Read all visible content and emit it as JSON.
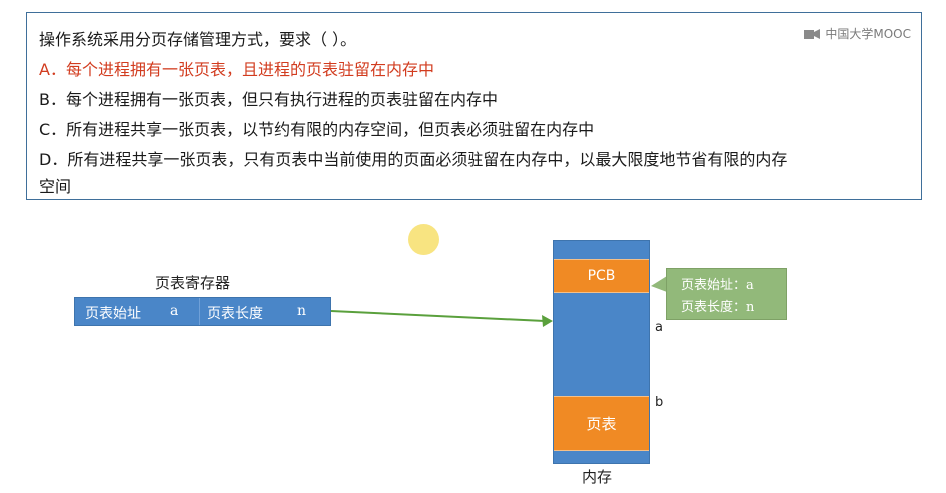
{
  "question": {
    "stem": "操作系统采用分页存储管理方式，要求（    ）。",
    "options": [
      {
        "text": "A．每个进程拥有一张页表，且进程的页表驻留在内存中",
        "correct": true
      },
      {
        "text": "B．每个进程拥有一张页表，但只有执行进程的页表驻留在内存中",
        "correct": false
      },
      {
        "text": "C．所有进程共享一张页表，以节约有限的内存空间，但页表必须驻留在内存中",
        "correct": false
      },
      {
        "text": "D．所有进程共享一张页表，只有页表中当前使用的页面必须驻留在内存中，以最大限度地节省有限的内存",
        "correct": false
      },
      {
        "text": "空间",
        "correct": false
      }
    ]
  },
  "watermark": {
    "text": "中国大学MOOC"
  },
  "register": {
    "title": "页表寄存器",
    "field1_label": "页表始址",
    "field1_value": "a",
    "field2_label": "页表长度",
    "field2_value": "n"
  },
  "memory": {
    "label": "内存",
    "pcb_label": "PCB",
    "page_table_label": "页表",
    "marker_a": "a",
    "marker_b": "b"
  },
  "callout": {
    "line1": "页表始址：a",
    "line2": "页表长度：n"
  },
  "colors": {
    "blue": "#4a86c8",
    "orange": "#f08a24",
    "green_callout": "#92b97a",
    "arrow_green": "#5aa03c",
    "correct_red": "#d23c1f",
    "frame": "#3f6f9a"
  }
}
